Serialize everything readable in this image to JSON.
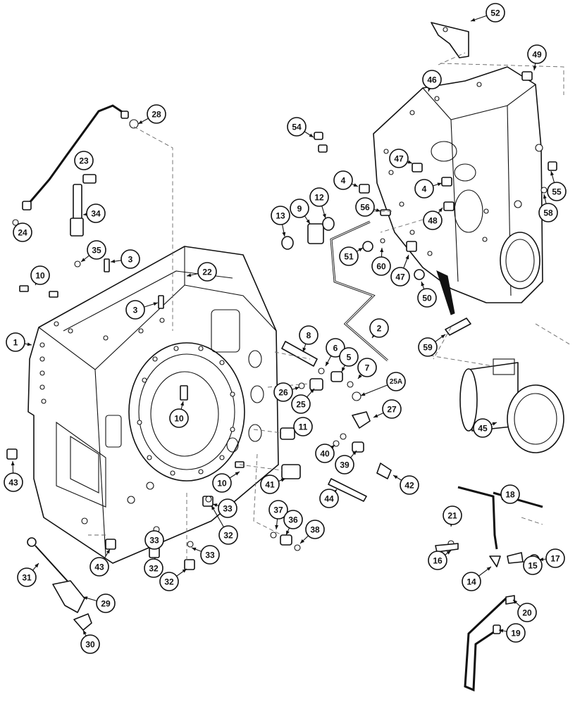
{
  "callouts": [
    "52",
    "49",
    "46",
    "28",
    "54",
    "23",
    "47",
    "4",
    "4",
    "55",
    "56",
    "12",
    "13",
    "9",
    "58",
    "48",
    "34",
    "24",
    "51",
    "60",
    "35",
    "3",
    "47",
    "22",
    "10",
    "50",
    "3",
    "1",
    "8",
    "2",
    "6",
    "59",
    "5",
    "7",
    "25A",
    "26",
    "25",
    "10",
    "27",
    "45",
    "11",
    "40",
    "39",
    "43",
    "10",
    "41",
    "42",
    "44",
    "33",
    "37",
    "36",
    "38",
    "18",
    "21",
    "33",
    "32",
    "43",
    "33",
    "17",
    "16",
    "15",
    "32",
    "31",
    "14",
    "32",
    "29",
    "20",
    "19",
    "30"
  ],
  "colors": {
    "line": "#111111",
    "dash": "#666666",
    "background": "#ffffff"
  }
}
